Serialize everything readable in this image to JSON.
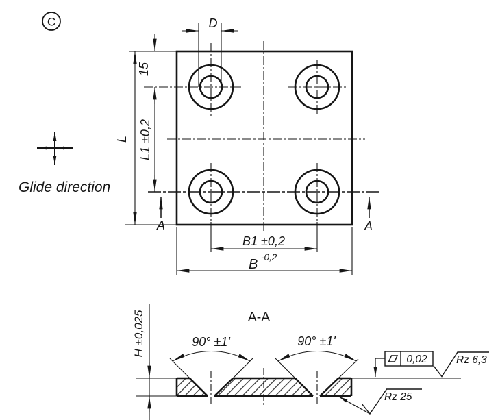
{
  "drawing": {
    "view_marker": "C",
    "glide": {
      "label": "Glide direction"
    },
    "plan": {
      "dim_d": "D",
      "dim_edge_offset": "15",
      "dim_l": "L",
      "dim_l1": "L1 ±0,2",
      "dim_b1": "B1 ±0,2",
      "dim_b": "B",
      "dim_b_tolerance": "-0,2",
      "section_label_left": "A",
      "section_label_right": "A"
    },
    "section": {
      "title": "A-A",
      "dim_h": "H ±0,025",
      "angle_left": "90° ±1'",
      "angle_right": "90° ±1'",
      "flatness_tolerance": "0,02",
      "roughness_top": "Rz 6,3",
      "roughness_bottom": "Rz 25"
    },
    "colors": {
      "ink": "#161616",
      "background": "#ffffff"
    }
  }
}
